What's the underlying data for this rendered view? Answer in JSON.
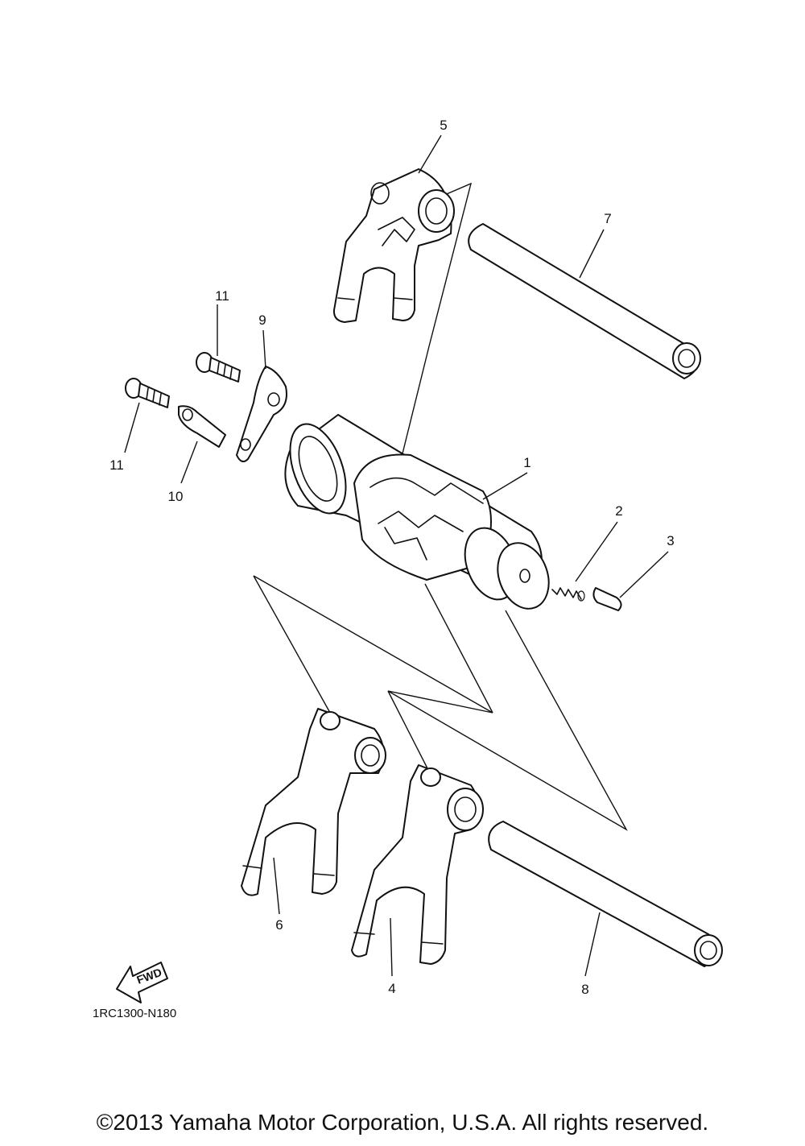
{
  "diagram": {
    "callouts": [
      "1",
      "2",
      "3",
      "4",
      "5",
      "6",
      "7",
      "8",
      "9",
      "10",
      "11",
      "11"
    ],
    "fwd_label": "FWD",
    "diagram_code": "1RC1300-N180"
  },
  "copyright": "©2013 Yamaha Motor Corporation, U.S.A. All rights reserved."
}
